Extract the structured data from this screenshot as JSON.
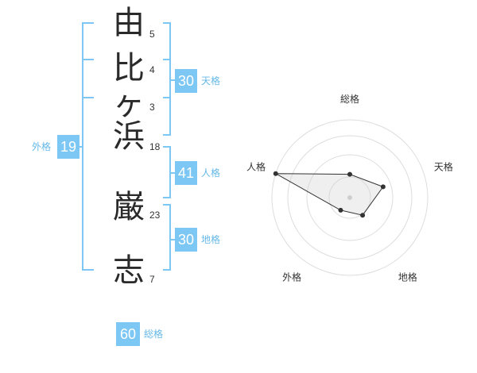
{
  "name": {
    "chars": [
      "由",
      "比",
      "ヶ",
      "浜",
      "巌",
      "志"
    ],
    "strokes": [
      "5",
      "4",
      "3",
      "18",
      "23",
      "7"
    ]
  },
  "scores": {
    "tenkaku": {
      "label": "天格",
      "value": "30"
    },
    "jinkaku": {
      "label": "人格",
      "value": "41"
    },
    "chikaku": {
      "label": "地格",
      "value": "30"
    },
    "gaikaku": {
      "label": "外格",
      "value": "19"
    },
    "soukaku": {
      "label": "総格",
      "value": "60"
    }
  },
  "radar": {
    "axes": [
      "総格",
      "天格",
      "地格",
      "外格",
      "人格"
    ],
    "levels": [
      0.3,
      0.45,
      0.28,
      0.2,
      1.0
    ]
  },
  "colors": {
    "accent": "#7dc7f4",
    "accent_text": "#66b8e8",
    "bracket": "#7dc7f4"
  }
}
